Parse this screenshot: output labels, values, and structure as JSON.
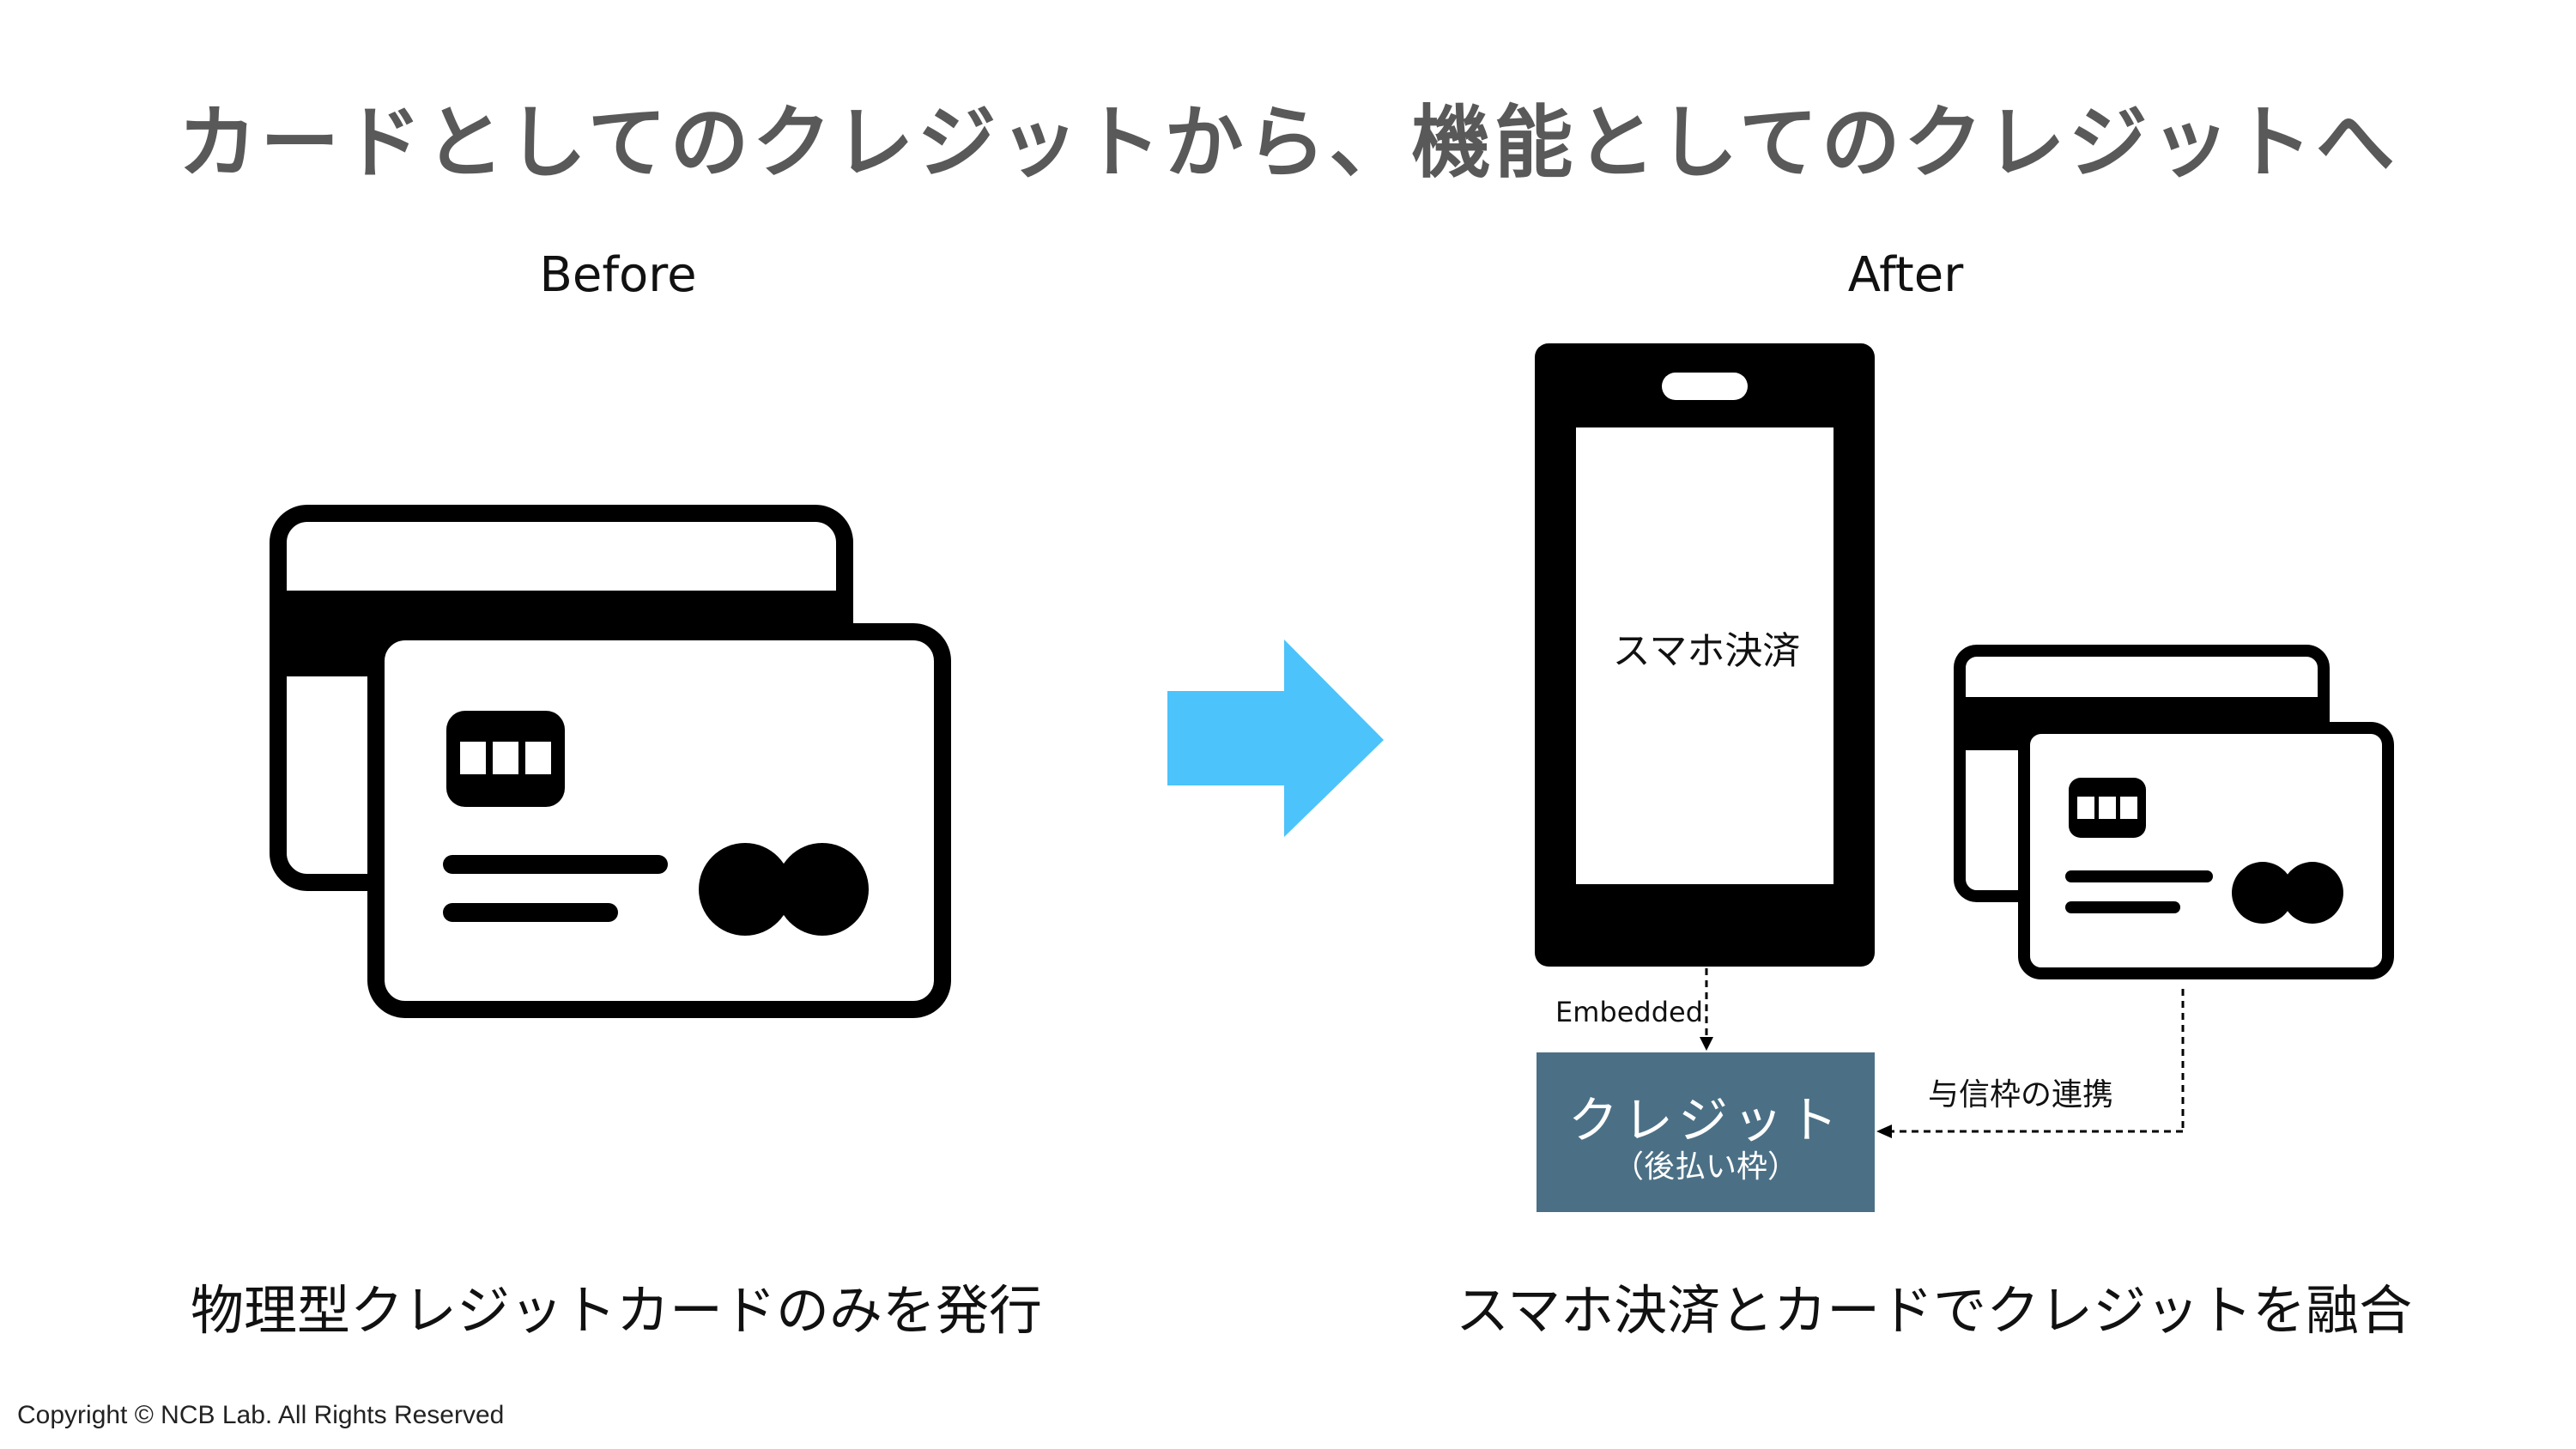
{
  "title": "カードとしてのクレジットから、機能としてのクレジットへ",
  "before": {
    "header": "Before",
    "caption": "物理型クレジットカードのみを発行"
  },
  "after": {
    "header": "After",
    "phone_screen_label": "スマホ決済",
    "embedded_label": "Embedded",
    "credit_box_main": "クレジット",
    "credit_box_sub": "（後払い枠）",
    "link_label": "与信枠の連携",
    "caption": "スマホ決済とカードでクレジットを融合"
  },
  "colors": {
    "title": "#595959",
    "arrow": "#4cc3fb",
    "credit_box": "#4b7086"
  },
  "icons": [
    "credit-cards-icon",
    "right-arrow-icon",
    "smartphone-icon",
    "small-credit-cards-icon"
  ],
  "copyright": "Copyright © NCB Lab. All Rights Reserved"
}
